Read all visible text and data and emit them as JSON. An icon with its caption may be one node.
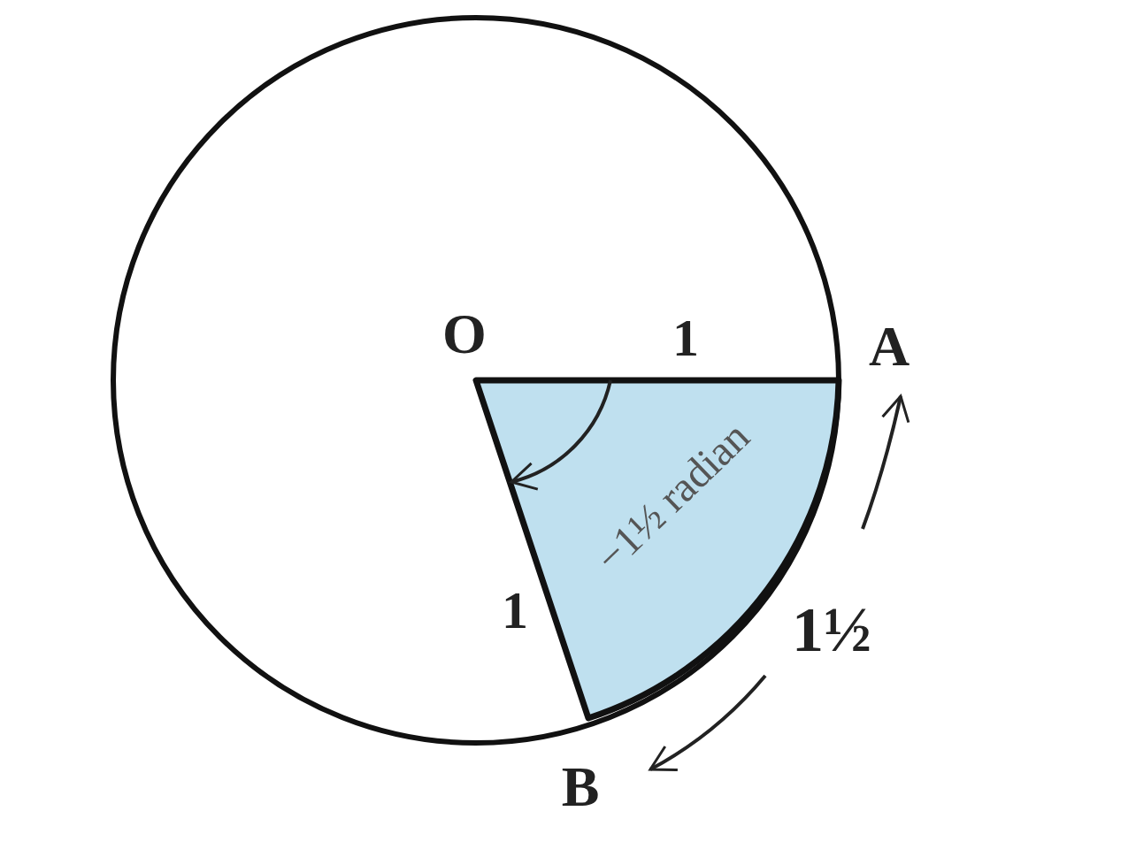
{
  "diagram": {
    "labels": [
      "O",
      "1",
      "A",
      "−1½ radian",
      "1",
      "1½",
      "B"
    ]
  }
}
